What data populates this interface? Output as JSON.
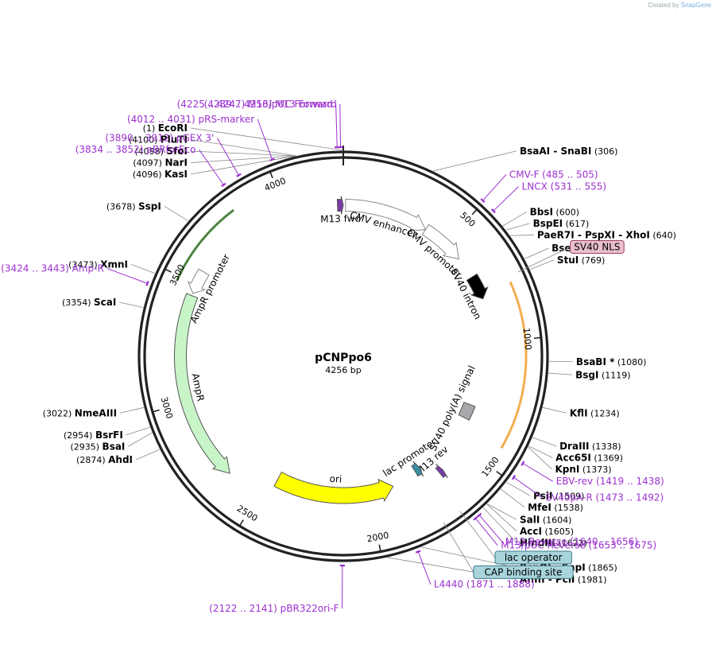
{
  "credit": {
    "prefix": "Created by",
    "brand": "SnapGene"
  },
  "plasmid": {
    "name": "pCNPpo6",
    "size_label": "4256 bp",
    "length": 4256
  },
  "ticks": [
    {
      "pos": 500,
      "label": "500"
    },
    {
      "pos": 1000,
      "label": "1000"
    },
    {
      "pos": 1500,
      "label": "1500"
    },
    {
      "pos": 2000,
      "label": "2000"
    },
    {
      "pos": 2500,
      "label": "2500"
    },
    {
      "pos": 3000,
      "label": "3000"
    },
    {
      "pos": 3500,
      "label": "3500"
    },
    {
      "pos": 4000,
      "label": "4000"
    }
  ],
  "features": [
    {
      "name": "CMV enhancer",
      "start": 10,
      "end": 390,
      "direction": 1,
      "color": "#ffffff"
    },
    {
      "name": "CMV promoter",
      "start": 390,
      "end": 590,
      "direction": 1,
      "color": "#ffffff"
    },
    {
      "name": "M13 fwd",
      "start": 4230,
      "end": 4256,
      "direction": 1,
      "color": "#7a3aa8"
    },
    {
      "name": "SV40 intron",
      "start": 690,
      "end": 800,
      "direction": 1,
      "color": "#000000"
    },
    {
      "name": "SV40 poly(A) signal",
      "start": 1310,
      "end": 1420,
      "direction": 0,
      "color": "#a6a8ab"
    },
    {
      "name": "M13 rev",
      "start": 1640,
      "end": 1660,
      "direction": -1,
      "color": "#7a3aa8"
    },
    {
      "name": "lac promoter",
      "start": 1720,
      "end": 1750,
      "direction": -1,
      "color": "#3a8fa0"
    },
    {
      "name": "ori",
      "start": 1880,
      "end": 2460,
      "direction": -1,
      "color": "#ffff00"
    },
    {
      "name": "AmpR",
      "start": 2650,
      "end": 3450,
      "direction": -1,
      "color": "#c8f5c8"
    },
    {
      "name": "AmpR promoter",
      "start": 3460,
      "end": 3560,
      "direction": -1,
      "color": "#ffffff"
    }
  ],
  "outer_arcs": [
    {
      "start": 3480,
      "end": 3820,
      "color": "#2d6e1e",
      "side": "inner"
    },
    {
      "start": 780,
      "end": 1420,
      "color": "#f0a030",
      "side": "inner"
    }
  ],
  "sites": [
    {
      "name": "EcoRI",
      "pos": 1,
      "label": "(1)",
      "side": "left"
    },
    {
      "name": "PluTI",
      "pos": 4100,
      "label": "(4100)",
      "side": "left"
    },
    {
      "name": "SfoI",
      "pos": 4098,
      "label": "(4098)",
      "side": "left"
    },
    {
      "name": "NarI",
      "pos": 4097,
      "label": "(4097)",
      "side": "left"
    },
    {
      "name": "KasI",
      "pos": 4096,
      "label": "(4096)",
      "side": "left"
    },
    {
      "name": "SspI",
      "pos": 3678,
      "label": "(3678)",
      "side": "left"
    },
    {
      "name": "XmnI",
      "pos": 3473,
      "label": "(3473)",
      "side": "left"
    },
    {
      "name": "ScaI",
      "pos": 3354,
      "label": "(3354)",
      "side": "left"
    },
    {
      "name": "NmeAIII",
      "pos": 3022,
      "label": "(3022)",
      "side": "left"
    },
    {
      "name": "BsrFI",
      "pos": 2954,
      "label": "(2954)",
      "side": "left"
    },
    {
      "name": "BsaI",
      "pos": 2935,
      "label": "(2935)",
      "side": "left"
    },
    {
      "name": "AhdI",
      "pos": 2874,
      "label": "(2874)",
      "side": "left"
    },
    {
      "name": "BsaAI - SnaBI",
      "pos": 306,
      "label": "(306)",
      "side": "right"
    },
    {
      "name": "BbsI",
      "pos": 600,
      "label": "(600)",
      "side": "right"
    },
    {
      "name": "BspEI",
      "pos": 617,
      "label": "(617)",
      "side": "right"
    },
    {
      "name": "PaeR7I - PspXI - XhoI",
      "pos": 640,
      "label": "(640)",
      "side": "right"
    },
    {
      "name": "BseRI",
      "pos": 730,
      "label": "(730)",
      "side": "right"
    },
    {
      "name": "StuI",
      "pos": 769,
      "label": "(769)",
      "side": "right"
    },
    {
      "name": "BsaBI *",
      "pos": 1080,
      "label": "(1080)",
      "side": "right"
    },
    {
      "name": "BsgI",
      "pos": 1119,
      "label": "(1119)",
      "side": "right"
    },
    {
      "name": "KflI",
      "pos": 1234,
      "label": "(1234)",
      "side": "right"
    },
    {
      "name": "DraIII",
      "pos": 1338,
      "label": "(1338)",
      "side": "right"
    },
    {
      "name": "Acc65I",
      "pos": 1369,
      "label": "(1369)",
      "side": "right"
    },
    {
      "name": "KpnI",
      "pos": 1373,
      "label": "(1373)",
      "side": "right"
    },
    {
      "name": "PsiI",
      "pos": 1509,
      "label": "(1509)",
      "side": "right"
    },
    {
      "name": "MfeI",
      "pos": 1538,
      "label": "(1538)",
      "side": "right"
    },
    {
      "name": "SalI",
      "pos": 1604,
      "label": "(1604)",
      "side": "right"
    },
    {
      "name": "AccI",
      "pos": 1605,
      "label": "(1605)",
      "side": "right"
    },
    {
      "name": "HindIII",
      "pos": 1622,
      "label": "(1622)",
      "side": "right"
    },
    {
      "name": "BspQI - SapI",
      "pos": 1865,
      "label": "(1865)",
      "side": "right"
    },
    {
      "name": "AflIII - PciI",
      "pos": 1981,
      "label": "(1981)",
      "side": "right"
    }
  ],
  "primers": [
    {
      "name": "M13 Forward",
      "pos": 4247,
      "range": "(4239 .. 4256)"
    },
    {
      "name": "M13/pUC Forward",
      "pos": 4236,
      "range": "(4225 .. 4247)"
    },
    {
      "name": "pRS-marker",
      "pos": 4021,
      "range": "(4012 .. 4031)"
    },
    {
      "name": "pGEX 3'",
      "pos": 3901,
      "range": "(3890 .. 3912)"
    },
    {
      "name": "pBRforEco",
      "pos": 3843,
      "range": "(3834 .. 3852)"
    },
    {
      "name": "Amp-R",
      "pos": 3433,
      "range": "(3424 .. 3443)"
    },
    {
      "name": "CMV-F",
      "pos": 495,
      "range": "(485 .. 505)"
    },
    {
      "name": "LNCX",
      "pos": 543,
      "range": "(531 .. 555)"
    },
    {
      "name": "EBV-rev",
      "pos": 1428,
      "range": "(1419 .. 1438)"
    },
    {
      "name": "SV40pA-R",
      "pos": 1482,
      "range": "(1473 .. 1492)"
    },
    {
      "name": "M13 Reverse",
      "pos": 1648,
      "range": "(1640 .. 1656)"
    },
    {
      "name": "M13/pUC Reverse",
      "pos": 1664,
      "range": "(1653 .. 1675)"
    },
    {
      "name": "L4440",
      "pos": 1880,
      "range": "(1871 .. 1888)"
    },
    {
      "name": "pBR322ori-F",
      "pos": 2131,
      "range": "(2122 .. 2141)"
    }
  ],
  "boxed_labels": [
    {
      "name": "SV40 NLS",
      "pos": 760,
      "fill": "#e8c0cc",
      "stroke": "#a04060"
    },
    {
      "name": "lac operator",
      "pos": 1690,
      "fill": "#a8d4dc",
      "stroke": "#3a7a88"
    },
    {
      "name": "CAP binding site",
      "pos": 1760,
      "fill": "#a8d4dc",
      "stroke": "#3a7a88"
    }
  ],
  "colors": {
    "primer": "#9b30d0",
    "backbone": "#222222",
    "site": "#555555"
  }
}
